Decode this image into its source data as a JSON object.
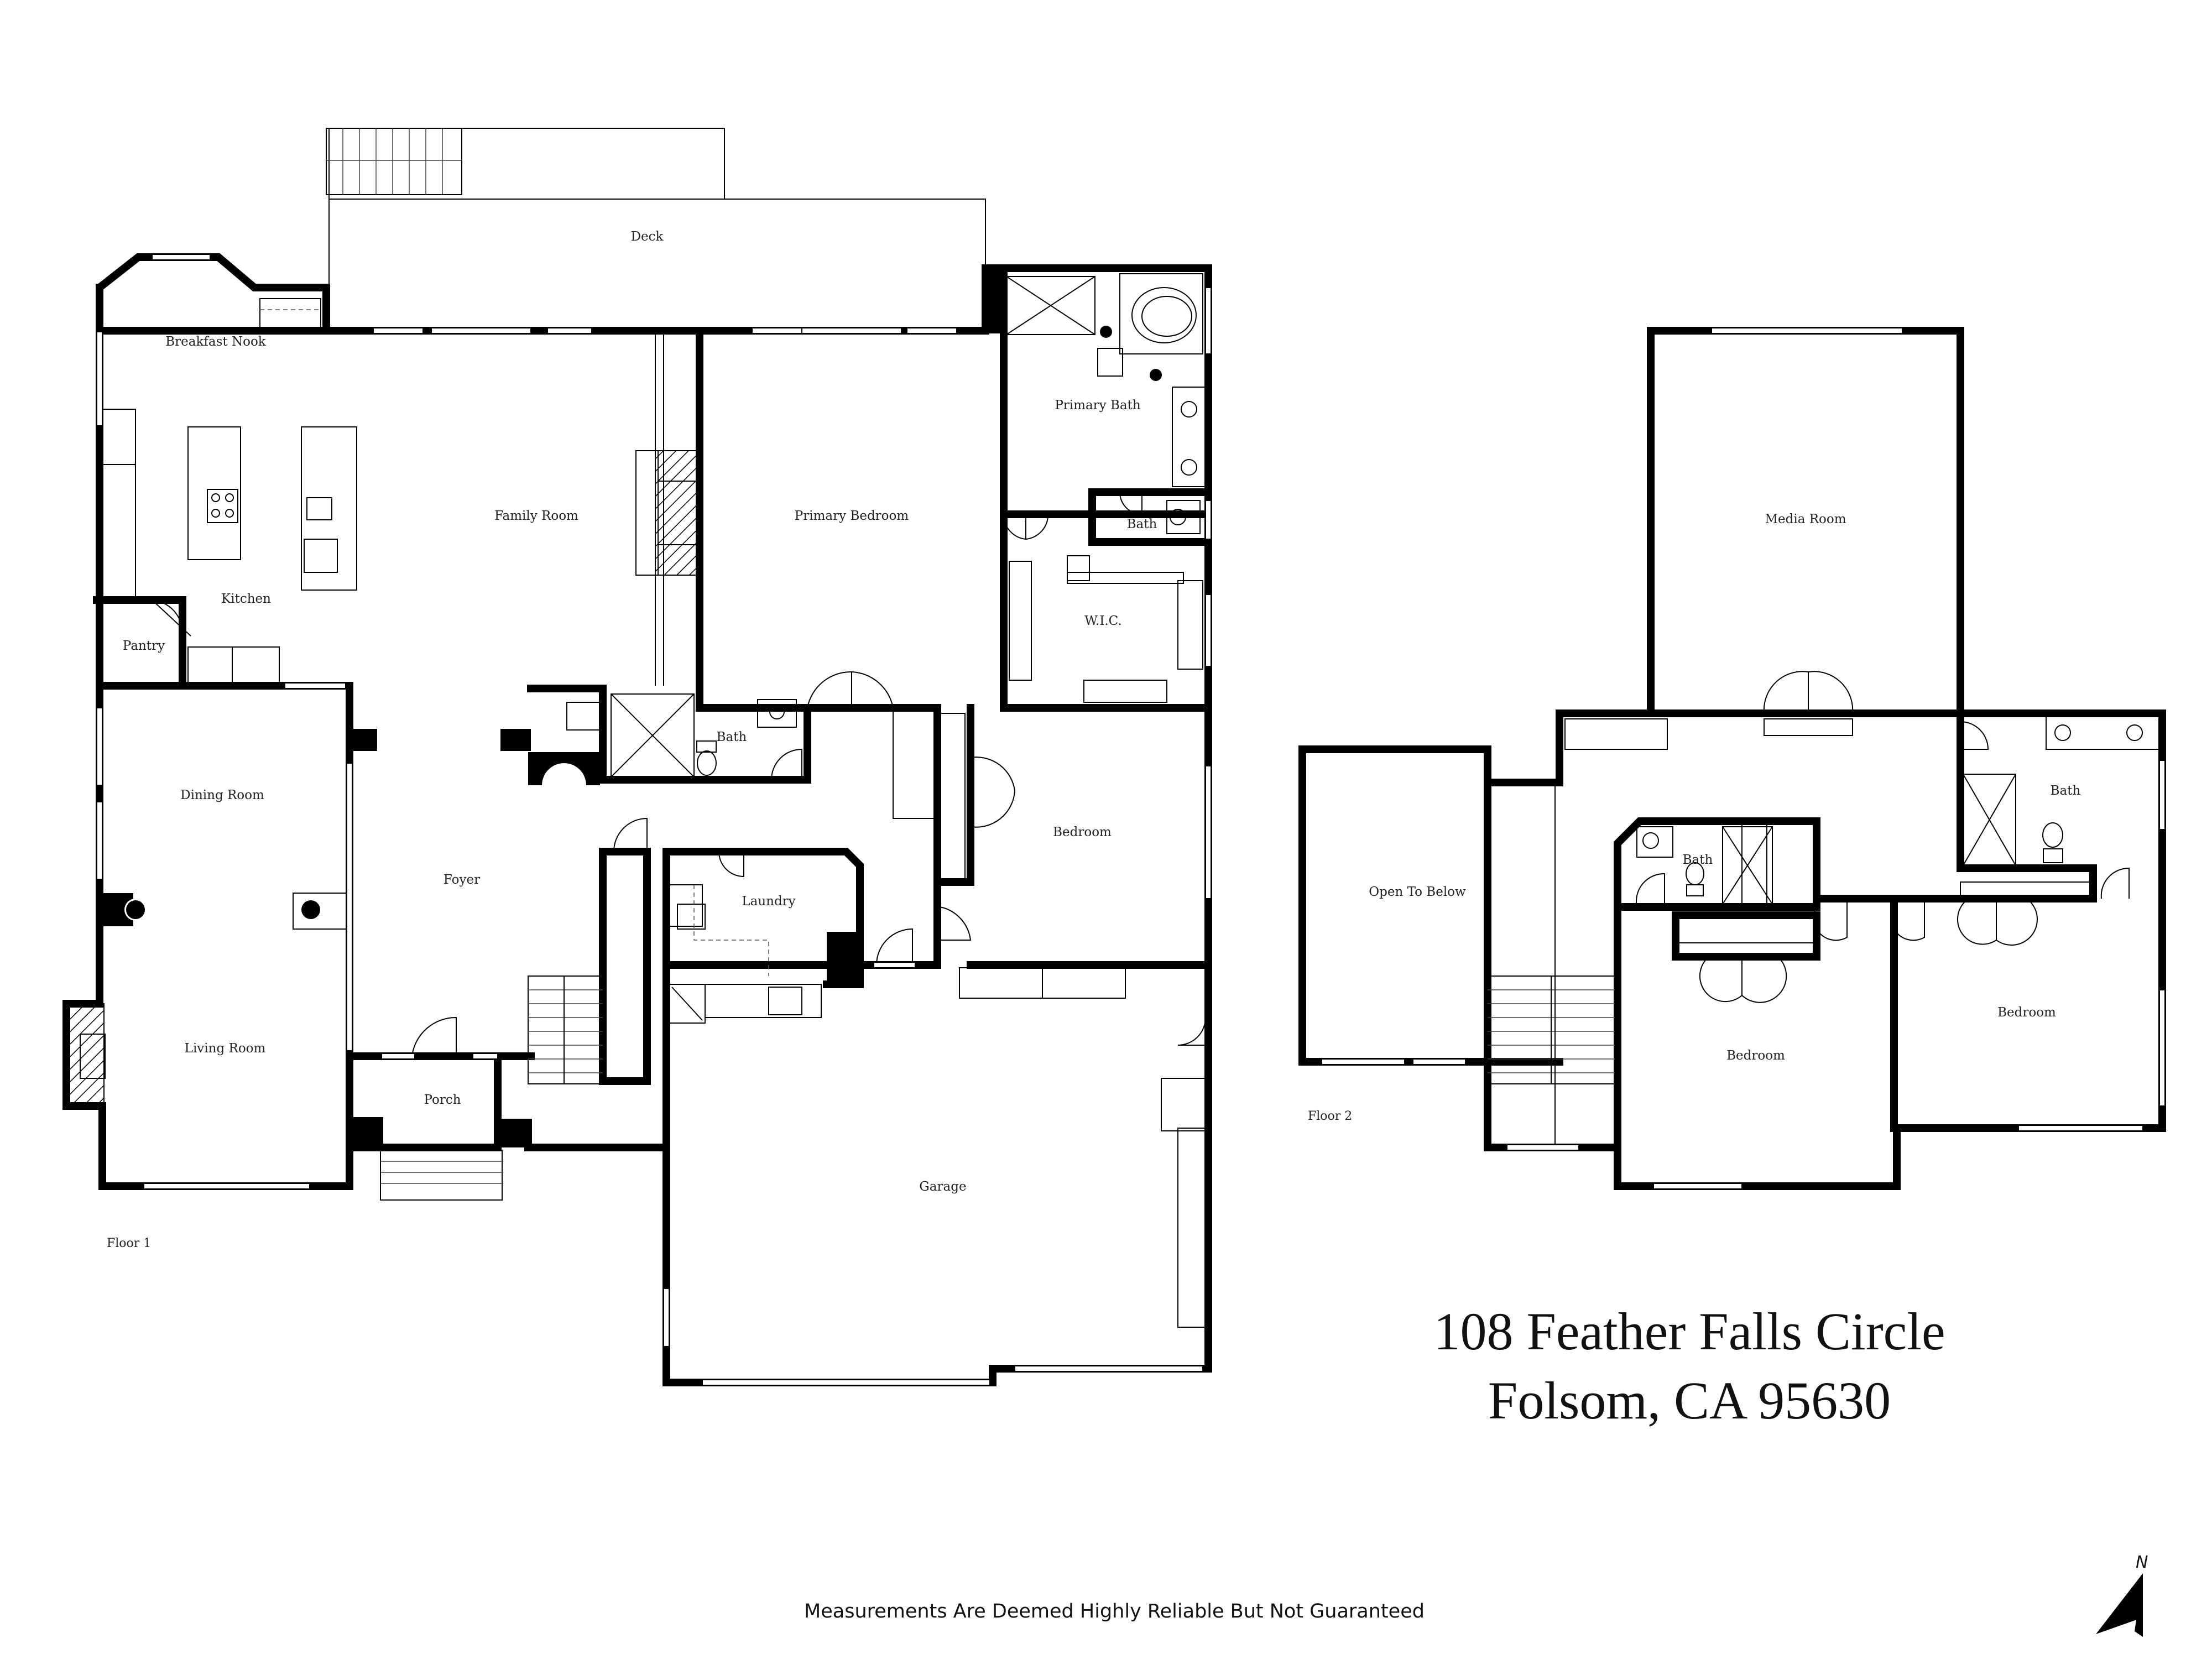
{
  "address": {
    "line1": "108 Feather Falls Circle",
    "line2": "Folsom, CA  95630"
  },
  "disclaimer": "Measurements Are Deemed Highly Reliable But Not Guaranteed",
  "compass": {
    "label": "N",
    "icon": "north-arrow-icon"
  },
  "floors": [
    {
      "label": "Floor 1",
      "rooms": [
        "Deck",
        "Breakfast Nook",
        "Family Room",
        "Primary Bedroom",
        "Primary Bath",
        "Bath",
        "Kitchen",
        "Pantry",
        "W.I.C.",
        "Bath",
        "Dining Room",
        "Bedroom",
        "Foyer",
        "Laundry",
        "Living Room",
        "Porch",
        "Garage"
      ]
    },
    {
      "label": "Floor 2",
      "rooms": [
        "Media Room",
        "Bath",
        "Open To Below",
        "Bath",
        "Bedroom",
        "Bedroom"
      ]
    }
  ],
  "colors": {
    "wall": "#000000",
    "background": "#ffffff",
    "text": "#222222"
  }
}
